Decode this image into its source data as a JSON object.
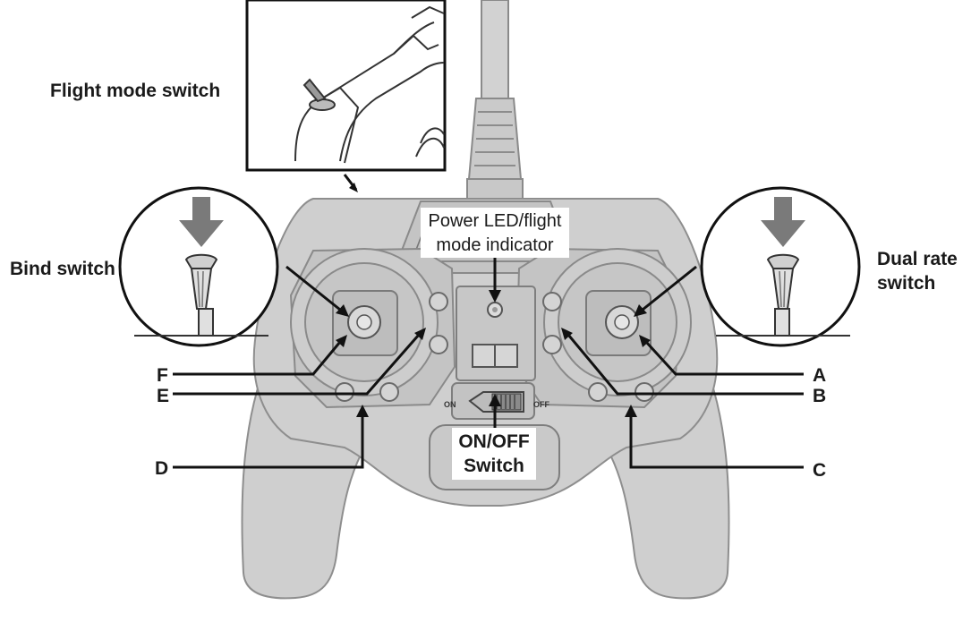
{
  "labels": {
    "flight_mode_switch": "Flight mode switch",
    "bind_switch": "Bind switch",
    "dual_rate_line1": "Dual rate",
    "dual_rate_line2": "switch",
    "power_led_line1": "Power LED/flight",
    "power_led_line2": "mode indicator",
    "onoff_line1": "ON/OFF",
    "onoff_line2": "Switch",
    "on_small": "ON",
    "off_small": "OFF",
    "a": "A",
    "b": "B",
    "c": "C",
    "d": "D",
    "e": "E",
    "f": "F"
  },
  "colors": {
    "body": "#cfcfcf",
    "outline": "#8e8e8e",
    "arrow_gray": "#7a7a7a",
    "leader": "#111111"
  }
}
